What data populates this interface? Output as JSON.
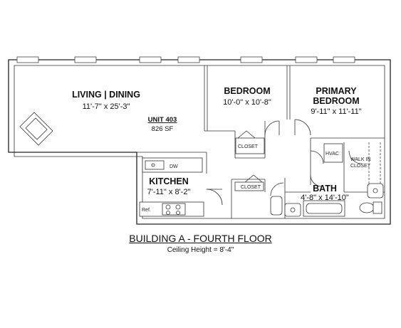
{
  "rooms": {
    "living": {
      "name": "LIVING | DINING",
      "dims": "11'-7\" x 25'-3\""
    },
    "bedroom": {
      "name": "BEDROOM",
      "dims": "10'-0\" x 10'-8\""
    },
    "primary": {
      "name_line1": "PRIMARY",
      "name_line2": "BEDROOM",
      "dims": "9'-11\" x 11'-11\""
    },
    "kitchen": {
      "name": "KITCHEN",
      "dims": "7'-11\" x 8'-2\""
    },
    "bath": {
      "name": "BATH",
      "dims": "4'-8\" x 14'-10\""
    }
  },
  "unit": {
    "label": "UNIT 403",
    "area": "826 SF"
  },
  "labels": {
    "closet_bedroom": "CLOSET",
    "closet_hall": "CLOSET",
    "hvac": "HVAC",
    "walk_in_line1": "WALK IN",
    "walk_in_line2": "CLOSET",
    "dw": "DW",
    "ref": "Ref."
  },
  "footer": {
    "title": "BUILDING A - FOURTH FLOOR",
    "ceiling": "Ceiling Height = 8'-4\""
  }
}
